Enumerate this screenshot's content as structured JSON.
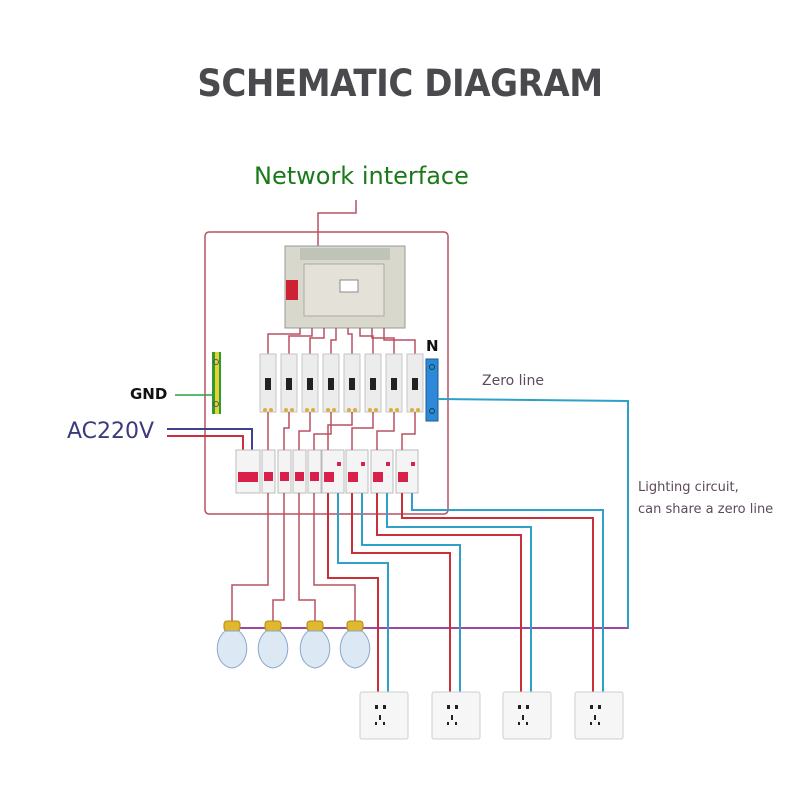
{
  "title": "SCHEMATIC DIAGRAM",
  "labels": {
    "network_interface": "Network interface",
    "gnd": "GND",
    "ac_input": "AC220V",
    "neutral_bar": "N",
    "zero_line": "Zero line",
    "lighting_note_line1": "Lighting circuit,",
    "lighting_note_line2": "can share a zero line"
  },
  "components": {
    "controller_module": "network controller",
    "relay_modules_count": 8,
    "main_breaker": "2-pole main breaker",
    "single_pole_breakers_count": 4,
    "leakage_breakers_count": 4,
    "light_bulbs_count": 4,
    "wall_sockets_count": 4
  },
  "colors": {
    "live_wire": "#c8303a",
    "neutral_wire": "#2fa0c8",
    "panel_outline": "#b85060",
    "lighting_neutral": "#9a4aa0",
    "gnd_wire": "#2aa040",
    "ac_neutral": "#404090",
    "title": "#4a4a4e",
    "network_label": "#1a7a1a"
  }
}
